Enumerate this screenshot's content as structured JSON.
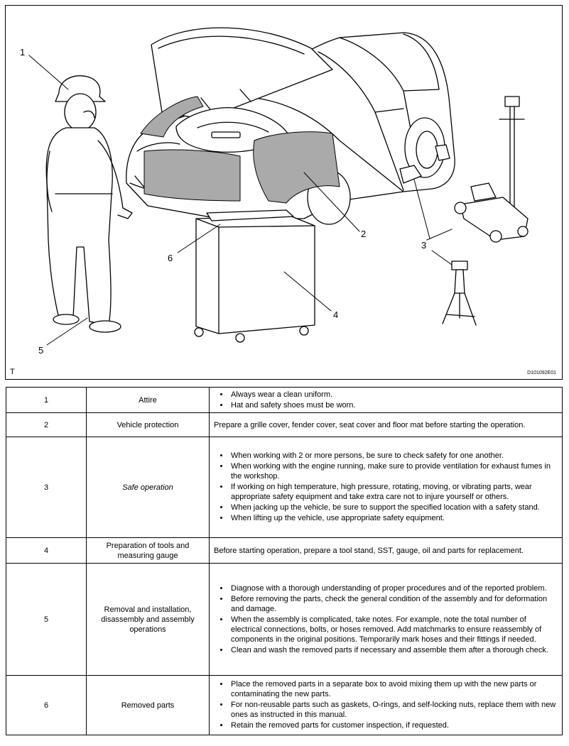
{
  "figure": {
    "callouts": [
      "1",
      "2",
      "3",
      "4",
      "5",
      "6"
    ],
    "corner_label": "T",
    "figure_id": "D101092E01"
  },
  "rows": [
    {
      "number": "1",
      "item": "Attire",
      "lines": [
        "Always wear a clean uniform.",
        "Hat and safety shoes must be worn."
      ],
      "bulleted": true
    },
    {
      "number": "2",
      "item": "Vehicle protection",
      "lines": [
        "Prepare a grille cover, fender cover, seat cover and floor mat before starting the operation."
      ],
      "bulleted": false
    },
    {
      "number": "3",
      "item": "Safe operation",
      "lines": [
        "When working with 2 or more persons, be sure to check safety for one another.",
        "When working with the engine running, make sure to provide ventilation for exhaust fumes in the workshop.",
        "If working on high temperature, high pressure, rotating, moving, or vibrating parts, wear appropriate safety equipment and take extra care not to injure yourself or others.",
        "When jacking up the vehicle, be sure to support the specified location with a safety stand.",
        "When lifting up the vehicle, use appropriate safety equipment."
      ],
      "bulleted": true
    },
    {
      "number": "4",
      "item": "Preparation of tools and measuring gauge",
      "lines": [
        "Before starting operation, prepare a tool stand, SST, gauge, oil and parts for replacement."
      ],
      "bulleted": false
    },
    {
      "number": "5",
      "item": "Removal and installation, disassembly and assembly operations",
      "lines": [
        "Diagnose with a thorough understanding of proper procedures and of the reported problem.",
        "Before removing the parts, check the general condition of the assembly and for deformation and damage.",
        "When the assembly is complicated, take notes. For example, note the total number of electrical connections, bolts, or hoses removed. Add matchmarks to ensure reassembly of components in the original positions. Temporarily mark hoses and their fittings if needed.",
        "Clean and wash the removed parts if necessary and assemble them after a thorough check."
      ],
      "bulleted": true
    },
    {
      "number": "6",
      "item": "Removed parts",
      "lines": [
        "Place the removed parts in a separate box to avoid mixing them up with the new parts or contaminating the new parts.",
        "For non-reusable parts such as gaskets, O-rings, and self-locking nuts, replace them with new ones as instructed in this manual.",
        "Retain the removed parts for customer inspection, if requested."
      ],
      "bulleted": true
    }
  ]
}
